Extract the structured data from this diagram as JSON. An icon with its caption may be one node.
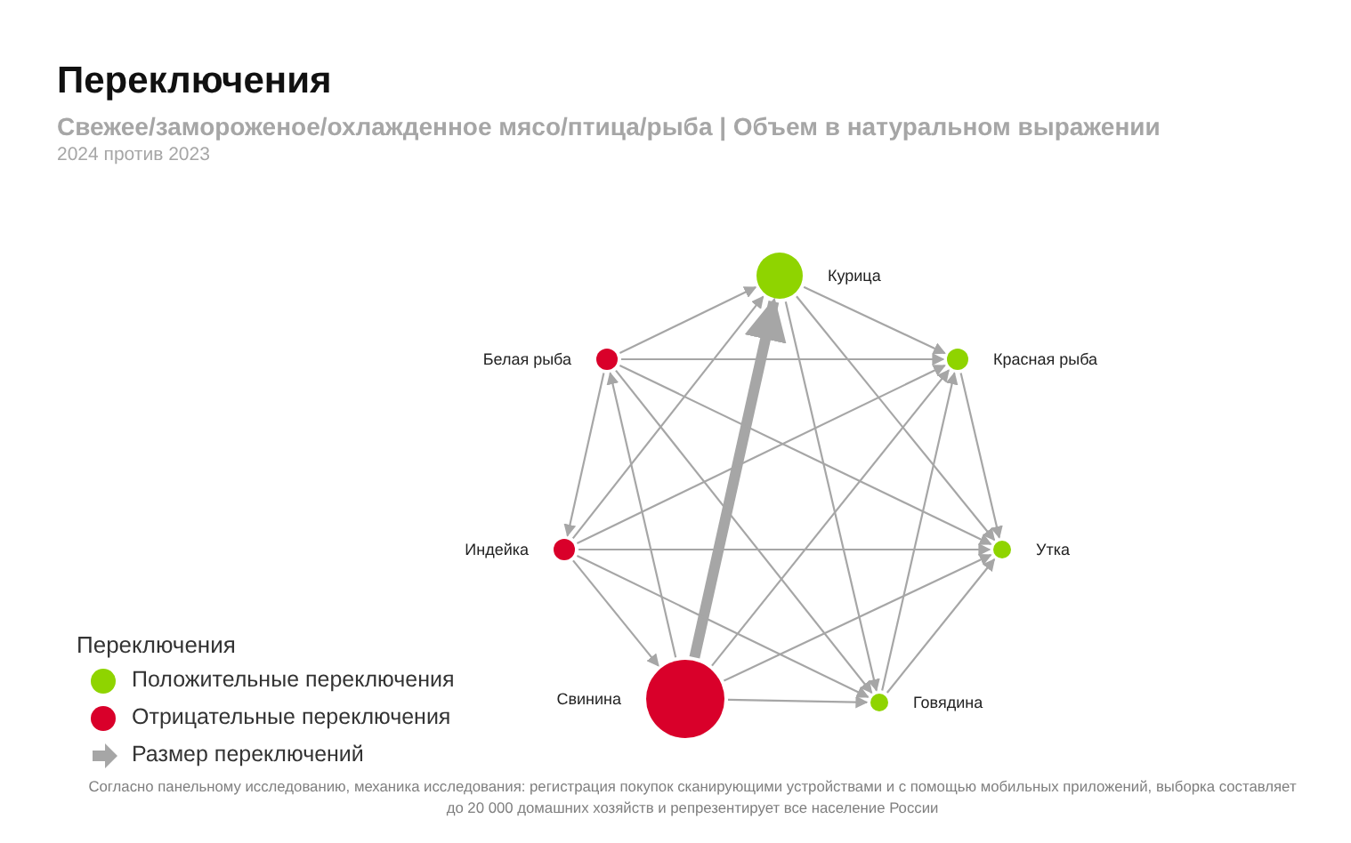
{
  "diagram": {
    "title": "Переключения",
    "caption": "Согласно панельному исследованию, механика исследования: регистрация покупок сканирующими устройствами и с помощью мобильных приложений, выборка составляет до 20 000 домашних хозяйств и репрезентирует все население России",
    "nodes": [
      {
        "text": [
          "Курица"
        ]
      },
      {
        "text": [
          "Белая рыба"
        ]
      },
      {
        "text": [
          "Красная рыба"
        ]
      },
      {
        "text": [
          "Индейка"
        ]
      },
      {
        "text": [
          "Утка"
        ]
      },
      {
        "text": [
          "Свинина"
        ]
      },
      {
        "text": [
          "Говядина"
        ]
      }
    ],
    "edges": [
      {
        "from": 1,
        "to": 0,
        "arrow": "to"
      },
      {
        "from": 5,
        "to": 0,
        "arrow": "to",
        "style": "thick"
      },
      {
        "from": 3,
        "to": 0,
        "arrow": "to"
      },
      {
        "from": 0,
        "to": 2,
        "arrow": "to"
      },
      {
        "from": 0,
        "to": 4,
        "arrow": "to"
      },
      {
        "from": 0,
        "to": 6,
        "arrow": "to"
      },
      {
        "from": 1,
        "to": 2,
        "arrow": "to"
      },
      {
        "from": 1,
        "to": 4,
        "arrow": "to"
      },
      {
        "from": 1,
        "to": 6,
        "arrow": "to"
      },
      {
        "from": 1,
        "to": 3,
        "arrow": "to"
      },
      {
        "from": 5,
        "to": 1,
        "arrow": "to"
      },
      {
        "from": 3,
        "to": 2,
        "arrow": "to"
      },
      {
        "from": 3,
        "to": 5,
        "arrow": "to"
      },
      {
        "from": 3,
        "to": 4,
        "arrow": "to"
      },
      {
        "from": 3,
        "to": 6,
        "arrow": "to"
      },
      {
        "from": 5,
        "to": 2,
        "arrow": "to"
      },
      {
        "from": 5,
        "to": 4,
        "arrow": "to"
      },
      {
        "from": 5,
        "to": 6,
        "arrow": "to"
      },
      {
        "from": 2,
        "to": 4,
        "arrow": "to"
      },
      {
        "from": 6,
        "to": 2,
        "arrow": "to"
      },
      {
        "from": 6,
        "to": 4,
        "arrow": "to"
      }
    ],
    "labels": [
      "Свежее/замороженое/охлажденное мясо/птица/рыба | Объем в натуральном выражении",
      "2024 против 2023",
      "Переключения"
    ],
    "legend": [
      {
        "text": "Положительные переключения",
        "color": "#8fd400"
      },
      {
        "text": "Отрицательные переключения",
        "color": "#d9002a"
      },
      {
        "text": "Размер переключений"
      }
    ]
  }
}
